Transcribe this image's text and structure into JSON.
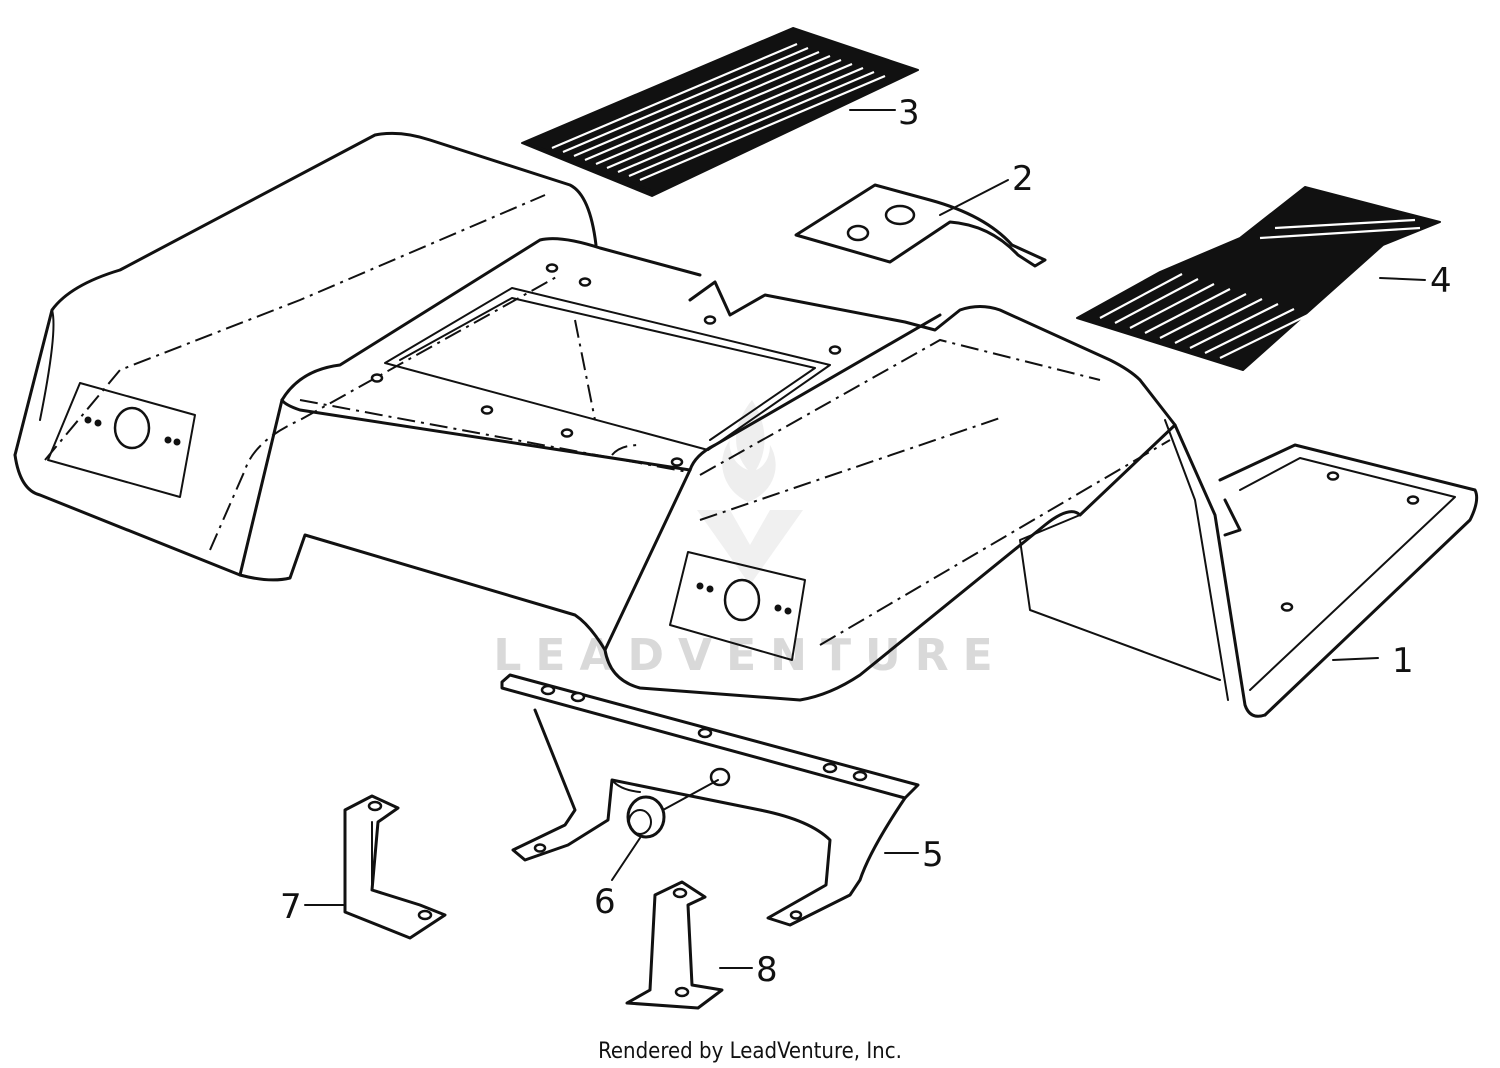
{
  "diagram": {
    "callouts": [
      {
        "id": "1",
        "label": "1"
      },
      {
        "id": "2",
        "label": "2"
      },
      {
        "id": "3",
        "label": "3"
      },
      {
        "id": "4",
        "label": "4"
      },
      {
        "id": "5",
        "label": "5"
      },
      {
        "id": "6",
        "label": "6"
      },
      {
        "id": "7",
        "label": "7"
      },
      {
        "id": "8",
        "label": "8"
      }
    ],
    "watermark": {
      "text": "LEADVENTURE",
      "icon": "flame-v-logo-icon"
    },
    "footer": "Rendered by LeadVenture, Inc."
  }
}
